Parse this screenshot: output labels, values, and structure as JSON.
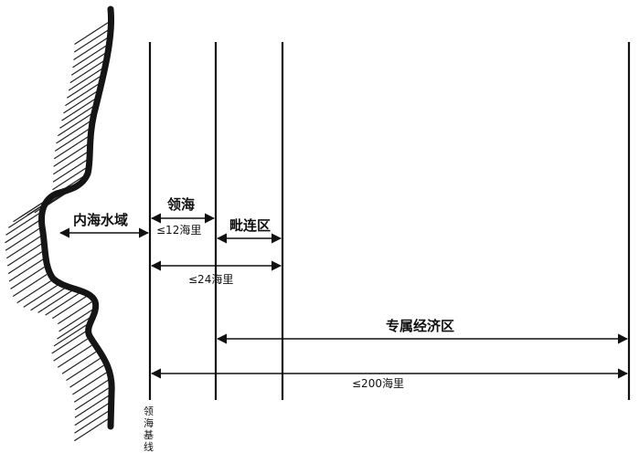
{
  "colors": {
    "ink": "#111111",
    "background": "#ffffff"
  },
  "zones": {
    "internal_waters": "内海水域",
    "territorial_sea": "领海",
    "territorial_sea_limit": "≤12海里",
    "contiguous_zone": "毗连区",
    "contiguous_zone_limit": "≤24海里",
    "eez": "专属经济区",
    "eez_limit": "≤200海里"
  },
  "baseline_label": "领海基线",
  "icons": {
    "coast": "coastline-hatching"
  }
}
